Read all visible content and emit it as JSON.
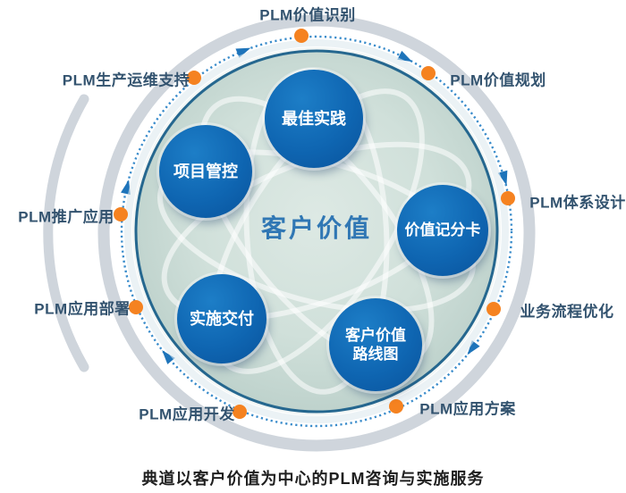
{
  "diagram": {
    "center_label": "客户价值",
    "nodes": [
      {
        "label": "最佳实践"
      },
      {
        "label": "项目管控"
      },
      {
        "label": "价值记分卡"
      },
      {
        "label": "实施交付"
      },
      {
        "label_line1": "客户价值",
        "label_line2": "路线图"
      }
    ],
    "outer_items": [
      {
        "label": "PLM价值识别"
      },
      {
        "label": "PLM价值规划"
      },
      {
        "label": "PLM体系设计"
      },
      {
        "label": "业务流程优化"
      },
      {
        "label": "PLM应用方案"
      },
      {
        "label": "PLM应用开发"
      },
      {
        "label": "PLM应用部署"
      },
      {
        "label": "PLM推广应用"
      },
      {
        "label": "PLM生产运维支持"
      }
    ],
    "caption": "典道以客户价值为中心的PLM咨询与实施服务",
    "colors": {
      "node_blue": "#0f66b2",
      "accent_orange": "#f58220",
      "dotted_ring_blue": "#3a8ccb",
      "arrow_blue": "#1e74ba",
      "label_text": "#33536f",
      "main_circle_fill": "#cfdfd9",
      "main_circle_rim": "#25678f",
      "swoosh_gray": "#cfd5dc",
      "center_text": "#3077b4"
    }
  }
}
